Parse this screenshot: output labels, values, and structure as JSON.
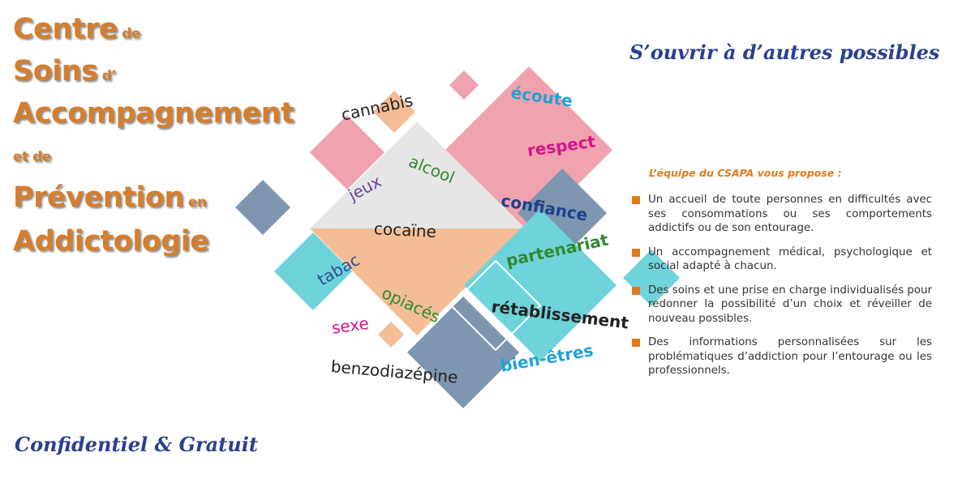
{
  "title": {
    "line1_big": "Centre",
    "line1_small": "de",
    "line2_big": "Soins",
    "line2_small": "d’",
    "line3_big": "Accompagnement",
    "line4_small": "et de",
    "line5_big": "Prévention",
    "line5_small": "en",
    "line6_big": "Addictologie"
  },
  "slogan_top": "S’ouvrir à d’autres possibles",
  "slogan_bottom": "Confidentiel & Gratuit",
  "words": {
    "cannabis": "cannabis",
    "alcool": "alcool",
    "jeux": "jeux",
    "cocaine": "cocaïne",
    "tabac": "tabac",
    "opiaces": "opiacés",
    "sexe": "sexe",
    "benzodiazepine": "benzodiazépine",
    "ecoute": "écoute",
    "respect": "respect",
    "confiance": "confiance",
    "partenariat": "partenariat",
    "retablissement": "rétablissement",
    "bien_etres": "bien-êtres"
  },
  "colors": {
    "orange": "#d47e2e",
    "navy": "#2b3f8f",
    "pink": "#f0a2ae",
    "teal": "#6fd3dc",
    "peach": "#f4bd96",
    "slate": "#7f96b0",
    "lightgray": "#e6e6e6"
  },
  "panel": {
    "title": "L’équipe du CSAPA vous propose :",
    "items": [
      "Un accueil de toute personnes en difficultés avec ses consommations ou ses comportements addictifs ou de son entourage.",
      "Un accompagnement médical, psychologique et social adapté à chacun.",
      "Des soins et une prise en charge individualisés pour redonner la possibilité d’un choix et réveiller de nouveau possibles.",
      "Des informations personnalisées sur les problématiques d’addiction pour l’entourage ou les professionnels."
    ]
  }
}
